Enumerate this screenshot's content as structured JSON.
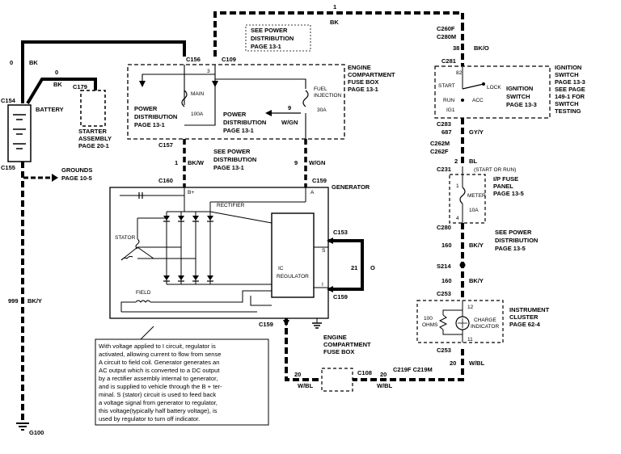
{
  "wires": {
    "top_num": "1",
    "top_color": "BK",
    "left_num": "0",
    "left_color": "BK",
    "bat_num": "0",
    "bat_color": "BK",
    "right38_num": "38",
    "right38_color": "BK/O",
    "c687_num": "687",
    "c687_color": "GY/Y",
    "bl_num": "2",
    "bl_color": "BL",
    "w160a": "160",
    "w160a_color": "BK/Y",
    "w160b": "160",
    "w160b_color": "BK/Y",
    "w20_color": "W/BL",
    "w20": "20",
    "gen_bkw_num": "1",
    "gen_bkw_color": "BK/W",
    "gen_wgn_num": "9",
    "gen_wgn_color": "W/GN",
    "fuse_wgn_num": "9",
    "fuse_wgn_color": "W/GN",
    "stator_num": "21",
    "stator_color": "O",
    "ground_num": "999",
    "ground_color": "BK/Y",
    "bottom_20a": "20",
    "bottom_wbl_a": "W/BL",
    "bottom_20b": "20",
    "bottom_wbl_b": "W/BL"
  },
  "connectors": {
    "c156": "C156",
    "c109": "C109",
    "c154": "C154",
    "c155": "C155",
    "c179": "C179",
    "c157": "C157",
    "c160": "C160",
    "c159a": "C159",
    "c159b": "C159",
    "c159c": "C159",
    "c153": "C153",
    "c108": "C108",
    "c219": "C219F  C219M",
    "c260": "C260F",
    "c280m": "C280M",
    "c281": "C281",
    "c283": "C283",
    "c262": "C262M",
    "c262f": "C262F",
    "c231": "C231",
    "c280": "C280",
    "s214": "S214",
    "c253a": "C253",
    "c253b": "C253",
    "g100": "G100"
  },
  "labels": {
    "battery": "BATTERY",
    "starter": "STARTER",
    "starter2": "ASSEMBLY",
    "starter_page": "PAGE 20-1",
    "grounds": "GROUNDS",
    "grounds_page": "PAGE 10-5",
    "see_power_1": "SEE POWER",
    "see_power_2": "DISTRIBUTION",
    "see_power_3": "PAGE 13-1",
    "ecfb_1": "ENGINE",
    "ecfb_2": "COMPARTMENT",
    "ecfb_3": "FUSE BOX",
    "ecfb_page": "PAGE 13-1",
    "power_dist_a1": "POWER",
    "power_dist_a2": "DISTRIBUTION",
    "power_dist_a3": "PAGE 13-1",
    "power_dist_b1": "POWER",
    "power_dist_b2": "DISTRIBUTION",
    "power_dist_b3": "PAGE 13-1",
    "main": "MAIN",
    "main_amp": "100A",
    "fuel_inj1": "FUEL",
    "fuel_inj2": "INJECTION",
    "fuel_amp": "30A",
    "see_power_mid1": "SEE POWER",
    "see_power_mid2": "DISTRIBUTION",
    "see_power_mid3": "PAGE 13-1",
    "generator": "GENERATOR",
    "rectifier": "RECTIFIER",
    "stator": "STATOR",
    "field": "FIELD",
    "ic_reg1": "IC",
    "ic_reg2": "REGULATOR",
    "b_plus": "B+",
    "a_term": "A",
    "s_term": "S",
    "i_term": "I",
    "ign_1": "IGNITION",
    "ign_2": "SWITCH",
    "ign_3": "PAGE 13-3",
    "ign_4": "SEE PAGE",
    "ign_5": "149-1 FOR",
    "ign_6": "SWITCH",
    "ign_7": "TESTING",
    "ign_inner1": "IGNITION",
    "ign_inner2": "SWITCH",
    "ign_inner3": "PAGE 13-3",
    "start": "START",
    "run": "RUN",
    "lock": "LOCK",
    "acc": "ACC",
    "ig1": "IG1",
    "hot_start_run": "(START OR RUN)",
    "ip_fuse1": "I/P FUSE",
    "ip_fuse2": "PANEL",
    "ip_fuse3": "PAGE 13-5",
    "meter": "METER",
    "meter_amp": "10A",
    "see_power_r1": "SEE POWER",
    "see_power_r2": "DISTRIBUTION",
    "see_power_r3": "PAGE 13-5",
    "cluster1": "INSTRUMENT",
    "cluster2": "CLUSTER",
    "cluster3": "PAGE 62-4",
    "ohms": "100",
    "ohms2": "OHMS",
    "charge1": "CHARGE",
    "charge2": "INDICATOR",
    "ecfb_bot1": "ENGINE",
    "ecfb_bot2": "COMPARTMENT",
    "ecfb_bot3": "FUSE BOX",
    "pin_3": "3",
    "pin_82": "82",
    "pin_12": "12",
    "pin_11": "11",
    "pin_1": "1",
    "pin_4": "4"
  },
  "note": {
    "lines": [
      "With voltage applied to I circuit, regulator is",
      "activated, allowing current to flow from sense",
      "A circuit to field coil. Generator generates an",
      "AC output which is converted to a DC output",
      "by a rectifier assembly internal to generator,",
      "and is supplied to vehicle through the B + ter-",
      "minal.  S (stator) circuit is used to feed back",
      "a voltage signal from generator to regulator,",
      "this voltage(typically half battery voltage), is",
      "used by regulator to turn off indicator."
    ]
  }
}
